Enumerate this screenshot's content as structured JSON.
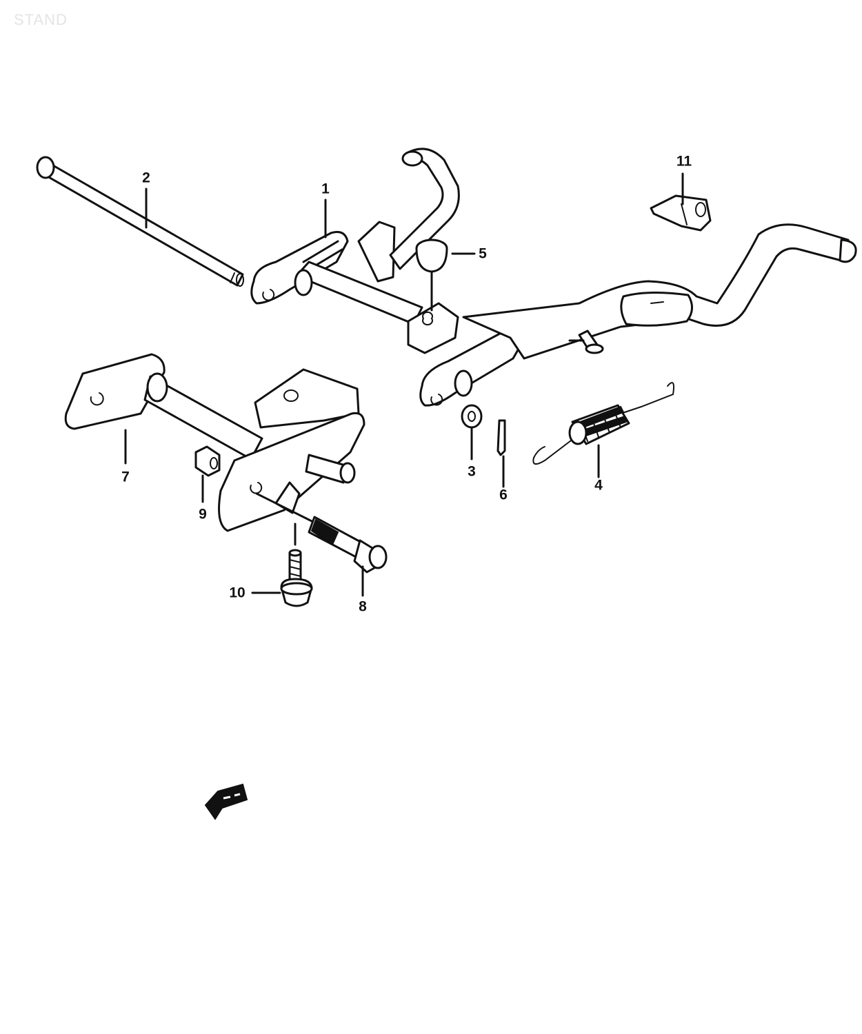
{
  "watermark": "STAND",
  "callouts": [
    {
      "id": "1",
      "label": "1"
    },
    {
      "id": "2",
      "label": "2"
    },
    {
      "id": "3",
      "label": "3"
    },
    {
      "id": "4",
      "label": "4"
    },
    {
      "id": "5",
      "label": "5"
    },
    {
      "id": "6",
      "label": "6"
    },
    {
      "id": "7",
      "label": "7"
    },
    {
      "id": "8",
      "label": "8"
    },
    {
      "id": "9",
      "label": "9"
    },
    {
      "id": "10",
      "label": "10"
    },
    {
      "id": "11",
      "label": "11"
    }
  ],
  "icons": {
    "front_arrow": "front-direction-arrow-icon"
  }
}
